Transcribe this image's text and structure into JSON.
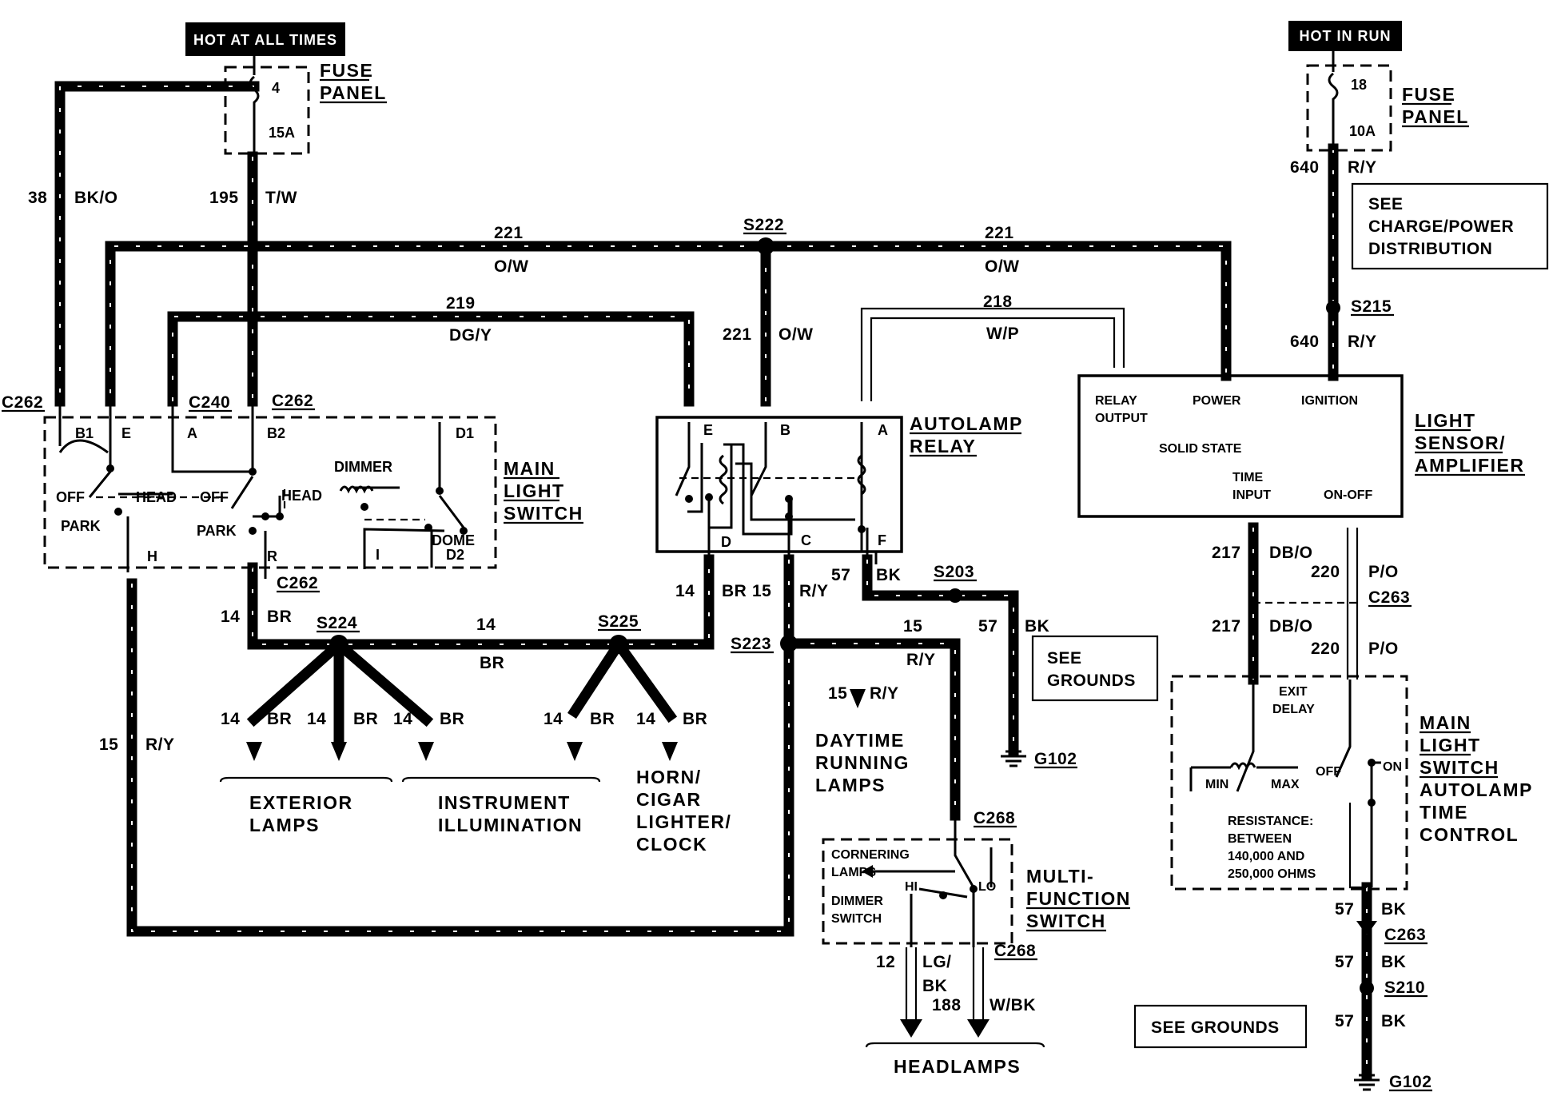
{
  "diagram": {
    "power": {
      "hot_at_all_times": "HOT AT ALL TIMES",
      "hot_in_run": "HOT IN RUN"
    },
    "fuse_left": {
      "number": "4",
      "rating": "15A",
      "label_1": "FUSE",
      "label_2": "PANEL"
    },
    "fuse_right": {
      "number": "18",
      "rating": "10A",
      "label_1": "FUSE",
      "label_2": "PANEL"
    },
    "wires": {
      "w38": {
        "circuit": "38",
        "color": "BK/O"
      },
      "w195": {
        "circuit": "195",
        "color": "T/W"
      },
      "w221_left": {
        "circuit": "221",
        "color": "O/W"
      },
      "w221_right": {
        "circuit": "221",
        "color": "O/W"
      },
      "w221_down": {
        "circuit": "221",
        "color": "O/W"
      },
      "w219": {
        "circuit": "219",
        "color": "DG/Y"
      },
      "w218": {
        "circuit": "218",
        "color": "W/P"
      },
      "w640_top": {
        "circuit": "640",
        "color": "R/Y"
      },
      "w640_bottom": {
        "circuit": "640",
        "color": "R/Y"
      },
      "w14_relay": {
        "circuit": "14",
        "color": "BR"
      },
      "w15_relay": {
        "circuit": "15",
        "color": "R/Y"
      },
      "w57_relay": {
        "circuit": "57",
        "color": "BK"
      },
      "w57_ground": {
        "circuit": "57",
        "color": "BK"
      },
      "w14_switch": {
        "circuit": "14",
        "color": "BR"
      },
      "w14_mid": {
        "circuit": "14",
        "color": "BR"
      },
      "w15_left": {
        "circuit": "15",
        "color": "R/Y"
      },
      "w15_mf": {
        "circuit": "15",
        "color": "R/Y"
      },
      "w15_drl": {
        "circuit": "15",
        "color": "R/Y"
      },
      "w14_b1": {
        "circuit": "14",
        "color": "BR"
      },
      "w14_b2": {
        "circuit": "14",
        "color": "BR"
      },
      "w14_b3": {
        "circuit": "14",
        "color": "BR"
      },
      "w14_b4": {
        "circuit": "14",
        "color": "BR"
      },
      "w14_b5": {
        "circuit": "14",
        "color": "BR"
      },
      "w217_top": {
        "circuit": "217",
        "color": "DB/O"
      },
      "w217_bottom": {
        "circuit": "217",
        "color": "DB/O"
      },
      "w220_top": {
        "circuit": "220",
        "color": "P/O"
      },
      "w220_bottom": {
        "circuit": "220",
        "color": "P/O"
      },
      "w57_r1": {
        "circuit": "57",
        "color": "BK"
      },
      "w57_r2": {
        "circuit": "57",
        "color": "BK"
      },
      "w57_r3": {
        "circuit": "57",
        "color": "BK"
      },
      "w12": {
        "circuit": "12",
        "color_1": "LG/",
        "color_2": "BK"
      },
      "w188": {
        "circuit": "188",
        "color": "W/BK"
      }
    },
    "splices": {
      "s222": "S222",
      "s224": "S224",
      "s225": "S225",
      "s223": "S223",
      "s203": "S203",
      "s215": "S215",
      "s210": "S210"
    },
    "connectors": {
      "c262_a": "C262",
      "c240": "C240",
      "c262_b": "C262",
      "c262_c": "C262",
      "c263_a": "C263",
      "c263_b": "C263",
      "c268_a": "C268",
      "c268_b": "C268"
    },
    "grounds": {
      "g102_a": "G102",
      "g102_b": "G102"
    },
    "see_boxes": {
      "charge": [
        "SEE",
        "CHARGE/POWER",
        "DISTRIBUTION"
      ],
      "grounds_1": [
        "SEE",
        "GROUNDS"
      ],
      "grounds_2": "SEE GROUNDS"
    },
    "main_light_switch": {
      "title": [
        "MAIN",
        "LIGHT",
        "SWITCH"
      ],
      "pins": {
        "b1": "B1",
        "e": "E",
        "a": "A",
        "b2": "B2",
        "d1": "D1",
        "h": "H",
        "r": "R",
        "i": "I",
        "d2": "D2"
      },
      "off_1": "OFF",
      "head_1": "HEAD",
      "park_1": "PARK",
      "off_2": "OFF",
      "head_2": "HEAD",
      "park_2": "PARK",
      "dimmer": "DIMMER",
      "dome": "DOME"
    },
    "autolamp_relay": {
      "title": [
        "AUTOLAMP",
        "RELAY"
      ],
      "pins": {
        "e": "E",
        "b": "B",
        "a": "A",
        "d": "D",
        "c": "C",
        "f": "F"
      }
    },
    "light_sensor": {
      "title": [
        "LIGHT",
        "SENSOR/",
        "AMPLIFIER"
      ],
      "relay_output": [
        "RELAY",
        "OUTPUT"
      ],
      "power": "POWER",
      "ignition": "IGNITION",
      "solid_state": "SOLID STATE",
      "time_input": [
        "TIME",
        "INPUT"
      ],
      "on_off": "ON-OFF"
    },
    "time_control": {
      "title": [
        "MAIN",
        "LIGHT",
        "SWITCH",
        "AUTOLAMP",
        "TIME",
        "CONTROL"
      ],
      "exit_delay": [
        "EXIT",
        "DELAY"
      ],
      "min": "MIN",
      "max": "MAX",
      "off": "OFF",
      "on": "ON",
      "resistance": [
        "RESISTANCE:",
        "BETWEEN",
        "140,000 AND",
        "250,000 OHMS"
      ]
    },
    "multi_function": {
      "title": [
        "MULTI-",
        "FUNCTION",
        "SWITCH"
      ],
      "cornering": [
        "CORNERING",
        "LAMPS"
      ],
      "dimmer": [
        "DIMMER",
        "SWITCH"
      ],
      "hi": "HI",
      "lo": "LO"
    },
    "loads": {
      "exterior": [
        "EXTERIOR",
        "LAMPS"
      ],
      "instrument": [
        "INSTRUMENT",
        "ILLUMINATION"
      ],
      "horn": [
        "HORN/",
        "CIGAR",
        "LIGHTER/",
        "CLOCK"
      ],
      "daytime": [
        "DAYTIME",
        "RUNNING",
        "LAMPS"
      ],
      "headlamps": "HEADLAMPS"
    }
  }
}
